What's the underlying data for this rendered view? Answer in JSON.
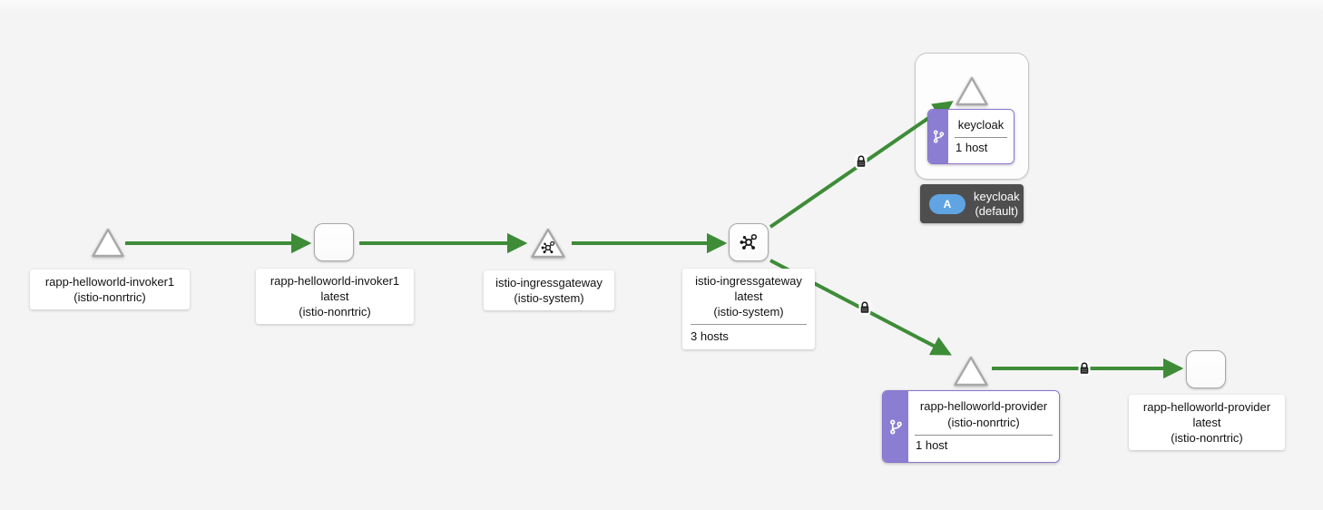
{
  "app": {
    "name": "kiali-traffic-graph"
  },
  "colors": {
    "background": "#f4f4f4",
    "edge_green": "#3e8c38",
    "node_border": "#a8a8a8",
    "purple_band": "#8b7ed2",
    "purple_border": "#8a74cf",
    "tooltip_bg": "#4e4e4e",
    "badge_blue": "#61a4e3",
    "label_bg": "#ffffff",
    "divider": "#9a9a9a"
  },
  "icons": {
    "gateway_node": "hub-icon",
    "virtual_service": "code-branch-icon",
    "mtls": "lock-icon",
    "app_badge": "a-badge-icon"
  },
  "nodes": {
    "invoker1_service": {
      "name": "rapp-helloworld-invoker1",
      "namespace": "(istio-nonrtric)",
      "shape": "triangle"
    },
    "invoker1_app": {
      "name": "rapp-helloworld-invoker1",
      "version": "latest",
      "namespace": "(istio-nonrtric)",
      "shape": "square"
    },
    "ingress_service": {
      "name": "istio-ingressgateway",
      "namespace": "(istio-system)",
      "shape": "triangle"
    },
    "ingress_app": {
      "name": "istio-ingressgateway",
      "version": "latest",
      "namespace": "(istio-system)",
      "hosts": "3 hosts",
      "shape": "square"
    },
    "keycloak_service": {
      "name": "keycloak",
      "hosts": "1 host",
      "shape": "triangle"
    },
    "keycloak_appbox": {
      "badge": "A",
      "name": "keycloak",
      "variant": "(default)"
    },
    "provider_service": {
      "name": "rapp-helloworld-provider",
      "namespace": "(istio-nonrtric)",
      "hosts": "1 host",
      "shape": "triangle"
    },
    "provider_app": {
      "name": "rapp-helloworld-provider",
      "version": "latest",
      "namespace": "(istio-nonrtric)",
      "shape": "square"
    }
  },
  "edges": [
    {
      "from": "rapp-helloworld-invoker1 service",
      "to": "rapp-helloworld-invoker1 latest",
      "secure": false
    },
    {
      "from": "rapp-helloworld-invoker1 latest",
      "to": "istio-ingressgateway service",
      "secure": false
    },
    {
      "from": "istio-ingressgateway service",
      "to": "istio-ingressgateway latest",
      "secure": false
    },
    {
      "from": "istio-ingressgateway latest",
      "to": "keycloak service",
      "secure": true
    },
    {
      "from": "istio-ingressgateway latest",
      "to": "rapp-helloworld-provider service",
      "secure": true
    },
    {
      "from": "rapp-helloworld-provider service",
      "to": "rapp-helloworld-provider latest",
      "secure": true
    }
  ]
}
